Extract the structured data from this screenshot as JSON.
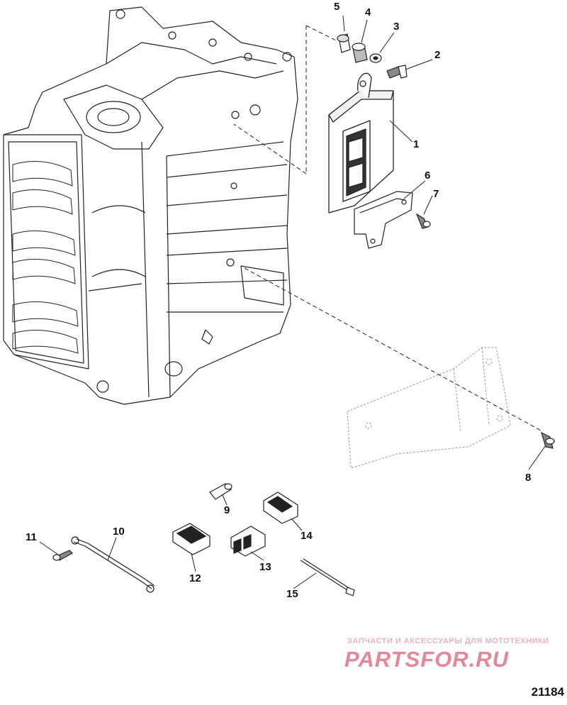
{
  "callouts": {
    "c1": "1",
    "c2": "2",
    "c3": "3",
    "c4": "4",
    "c5": "5",
    "c6": "6",
    "c7": "7",
    "c8": "8",
    "c9": "9",
    "c10": "10",
    "c11": "11",
    "c12": "12",
    "c13": "13",
    "c14": "14",
    "c15": "15"
  },
  "watermark": {
    "tagline": "ЗАПЧАСТИ И АКСЕССУАРЫ ДЛЯ МОТОТЕХНИКИ",
    "brand": "PARTSFOR.RU"
  },
  "figure_id": "21184",
  "colors": {
    "line": "#222222",
    "ghost": "#9a9a9a",
    "watermark": "#e48796"
  }
}
